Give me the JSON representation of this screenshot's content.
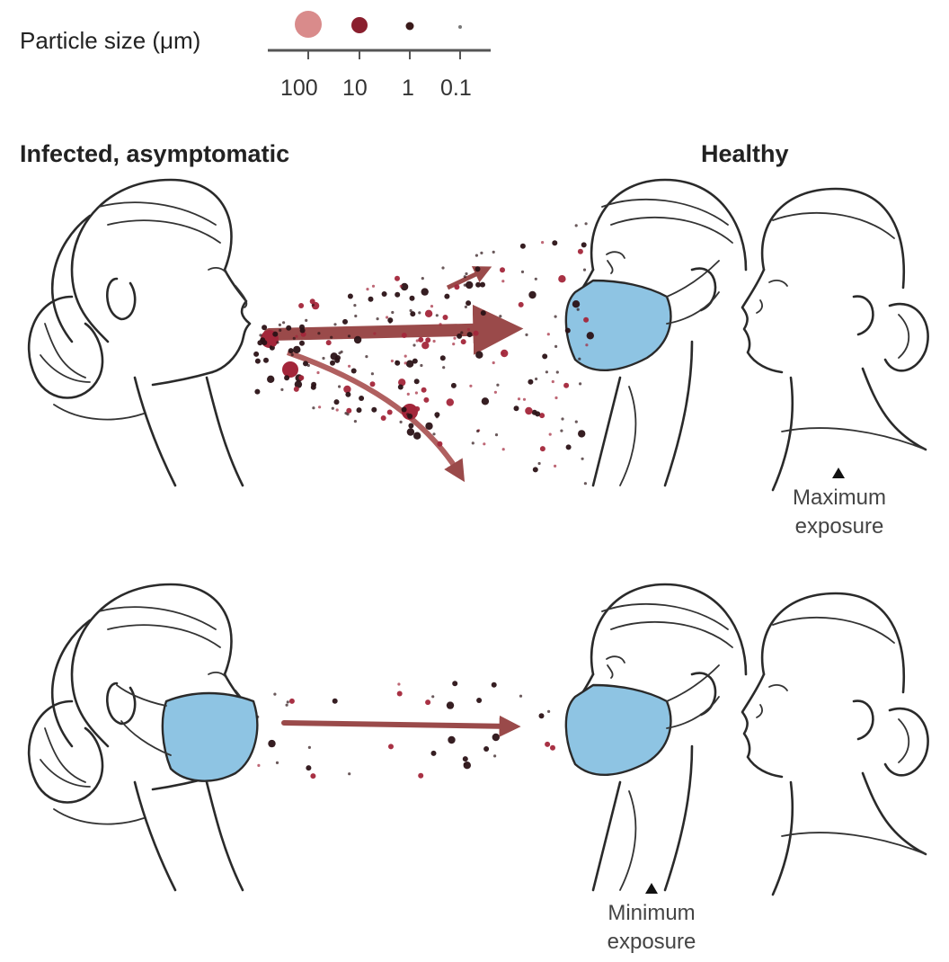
{
  "legend": {
    "title": "Particle size (μm)",
    "sizes": [
      {
        "label": "100",
        "color": "#d98b8b"
      },
      {
        "label": "10",
        "color": "#8a1f2e"
      },
      {
        "label": "1",
        "color": "#3a1a1a"
      },
      {
        "label": "0.1",
        "color": "#777777"
      }
    ]
  },
  "labels": {
    "infected": "Infected, asymptomatic",
    "healthy": "Healthy"
  },
  "scenarios": [
    {
      "exposure_line1": "Maximum",
      "exposure_line2": "exposure"
    },
    {
      "exposure_line1": "Minimum",
      "exposure_line2": "exposure"
    }
  ],
  "colors": {
    "mask": "#8ec4e3",
    "arrow": "#9a4a4a",
    "particle_dark": "#2b1216",
    "particle_red": "#a3263a"
  }
}
